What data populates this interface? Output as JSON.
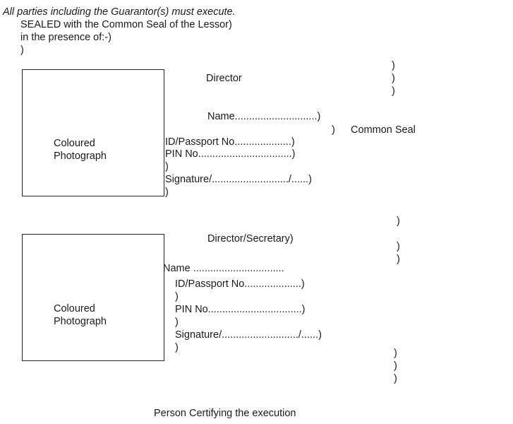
{
  "header": {
    "instruction": "All parties including the Guarantor(s) must execute.",
    "sealed_line": "SEALED with the Common Seal of the Lessor)",
    "presence_line": "in the presence of:-)",
    "paren": ")"
  },
  "block1": {
    "photo_label_line1": "Coloured",
    "photo_label_line2": "Photograph",
    "role": "Director",
    "name_field": "Name.............................)",
    "id_field": "ID/Passport No....................)",
    "pin_field": "PIN No.................................)",
    "paren_a": ")",
    "signature_field": "Signature/.........................../......)",
    "paren_b": ")",
    "seal_paren": ")",
    "common_seal": "Common Seal",
    "right_parens": [
      ")",
      ")",
      ")"
    ]
  },
  "block2": {
    "photo_label_line1": "Coloured",
    "photo_label_line2": "Photograph",
    "role": "Director/Secretary)",
    "name_field": "Name ................................",
    "id_field": "ID/Passport No....................)",
    "paren_a": ")",
    "pin_field": "PIN No.................................)",
    "paren_b": ")",
    "signature_field": "Signature/.........................../......)",
    "paren_c": ")",
    "right_parens_top": [
      ")",
      ")",
      ")"
    ],
    "right_parens_bottom": [
      ")",
      ")",
      ")"
    ]
  },
  "footer": {
    "certifying": "Person Certifying the execution"
  }
}
